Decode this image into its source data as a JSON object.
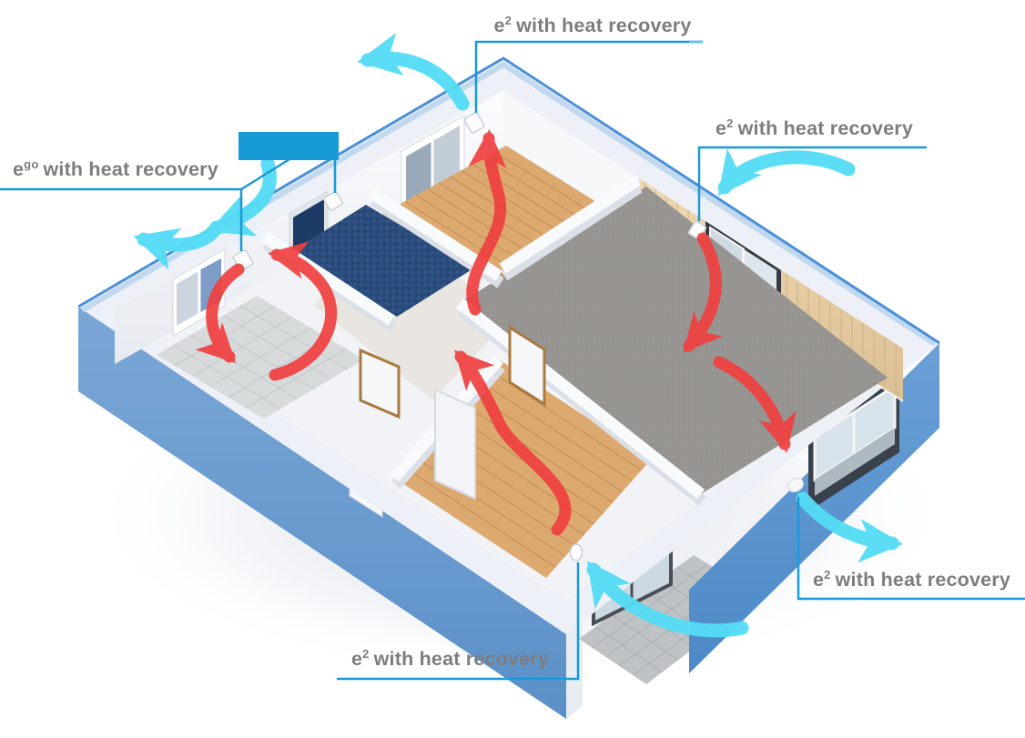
{
  "scene": {
    "description": "Isometric cutaway apartment illustrating decentralised ventilation units with heat recovery",
    "background": "#ffffff"
  },
  "labels": {
    "top": {
      "base": "e",
      "sup": "2",
      "rest": "with heat recovery"
    },
    "right": {
      "base": "e",
      "sup": "2",
      "rest": "with heat recovery"
    },
    "left": {
      "base": "e",
      "sup": "go",
      "rest": "with heat recovery"
    },
    "bottom_center": {
      "base": "e",
      "sup": "2",
      "rest": "with heat recovery"
    },
    "bottom_right": {
      "base": "e",
      "sup": "2",
      "rest": "with heat recovery"
    }
  },
  "colors": {
    "label_text": "#7d7d7d",
    "connector_line": "#189ad6",
    "callout_box": "#189ad6",
    "warm_air_arrow": "#f04040",
    "fresh_air_arrow": "#55dcf5",
    "exterior_wall_blue": "#5e98d0",
    "wall_top_trim": "#edf1f7",
    "interior_wall": "#f8f9fb",
    "wood_floor": "#dca970",
    "carpet_floor": "#9e9b98",
    "tile_floor": "#d8dbdc",
    "dark_blue_floor": "#2b4d7d",
    "wood_panel_wall": "#e7d0a8"
  },
  "vents": [
    {
      "id": "vent-back-bedroom"
    },
    {
      "id": "vent-wc"
    },
    {
      "id": "vent-bathroom"
    },
    {
      "id": "vent-living-room"
    },
    {
      "id": "vent-front-bedroom-exterior"
    },
    {
      "id": "vent-living-room-exterior"
    }
  ],
  "arrows": {
    "red_meaning": "indoor air circulation",
    "cyan_meaning": "outdoor air intake / exhaust"
  }
}
